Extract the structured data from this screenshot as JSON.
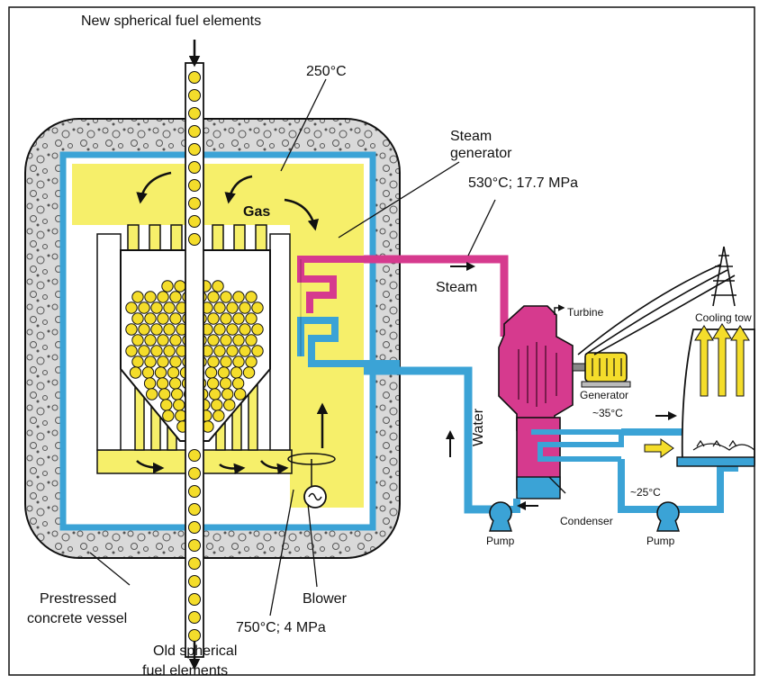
{
  "colors": {
    "concrete": "#d7d7d7",
    "gas": "#f6ef6a",
    "coolant_pipe": "#3ba3d6",
    "steam_pipe": "#d63a8e",
    "fuel_sphere": "#f4dd2b",
    "outline": "#1a1a1a"
  },
  "labels": {
    "new_fuel": "New spherical fuel elements",
    "t250": "250°C",
    "gas": "Gas",
    "steam_gen": [
      "Steam",
      "generator"
    ],
    "t530": "530°C; 17.7 MPa",
    "steam": "Steam",
    "turbine": "Turbine",
    "cooling_tower": "Cooling tow",
    "generator": "Generator",
    "t35": "~35°C",
    "water": "Water",
    "t25": "~25°C",
    "condenser": "Condenser",
    "pump_left": "Pump",
    "pump_right": "Pump",
    "vessel": [
      "Prestressed",
      "concrete vessel"
    ],
    "blower": "Blower",
    "t750": "750°C; 4 MPa",
    "old_fuel": [
      "Old spherical",
      "fuel elements"
    ]
  }
}
